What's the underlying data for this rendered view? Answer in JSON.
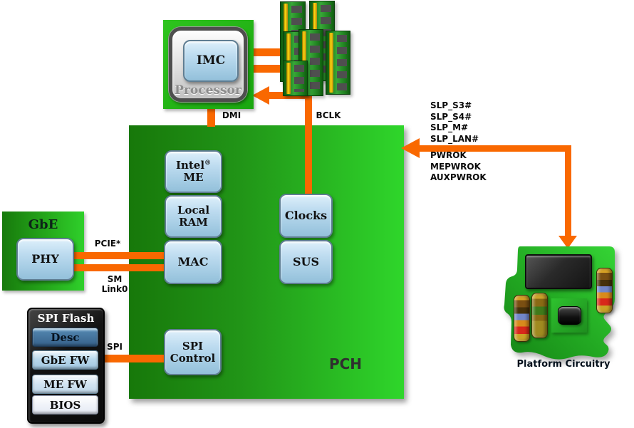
{
  "processor": {
    "label": "Processor",
    "imc": "IMC"
  },
  "memory": {
    "dimm_modules": 6
  },
  "buses": {
    "dmi": "DMI",
    "bclk": "BCLK",
    "pcie": "PCIE*",
    "sm_link_line1": "SM",
    "sm_link_line2": "Link0",
    "spi": "SPI"
  },
  "pch": {
    "label": "PCH",
    "intel_me": {
      "brand": "Intel",
      "reg": "®",
      "line2": "ME"
    },
    "local_ram": {
      "line1": "Local",
      "line2": "RAM"
    },
    "mac": "MAC",
    "clocks": "Clocks",
    "sus": "SUS",
    "spi_control": {
      "line1": "SPI",
      "line2": "Control"
    }
  },
  "gbe": {
    "title": "GbE",
    "phy": "PHY"
  },
  "spi_flash": {
    "title": "SPI Flash",
    "items": [
      "Desc",
      "GbE FW",
      "ME FW",
      "BIOS"
    ]
  },
  "signals": [
    "SLP_S3#",
    "SLP_S4#",
    "SLP_M#",
    "SLP_LAN#",
    "PWROK",
    "MEPWROK",
    "AUXPWROK"
  ],
  "platform": {
    "label": "Platform Circuitry"
  },
  "colors": {
    "accent_orange": "#F96800",
    "pch_green_dark": "#17780A",
    "pch_green_bright": "#2FD62B",
    "chipbox_blue": "#B6D8EE",
    "desc_steel_blue": "#4E80AA"
  }
}
